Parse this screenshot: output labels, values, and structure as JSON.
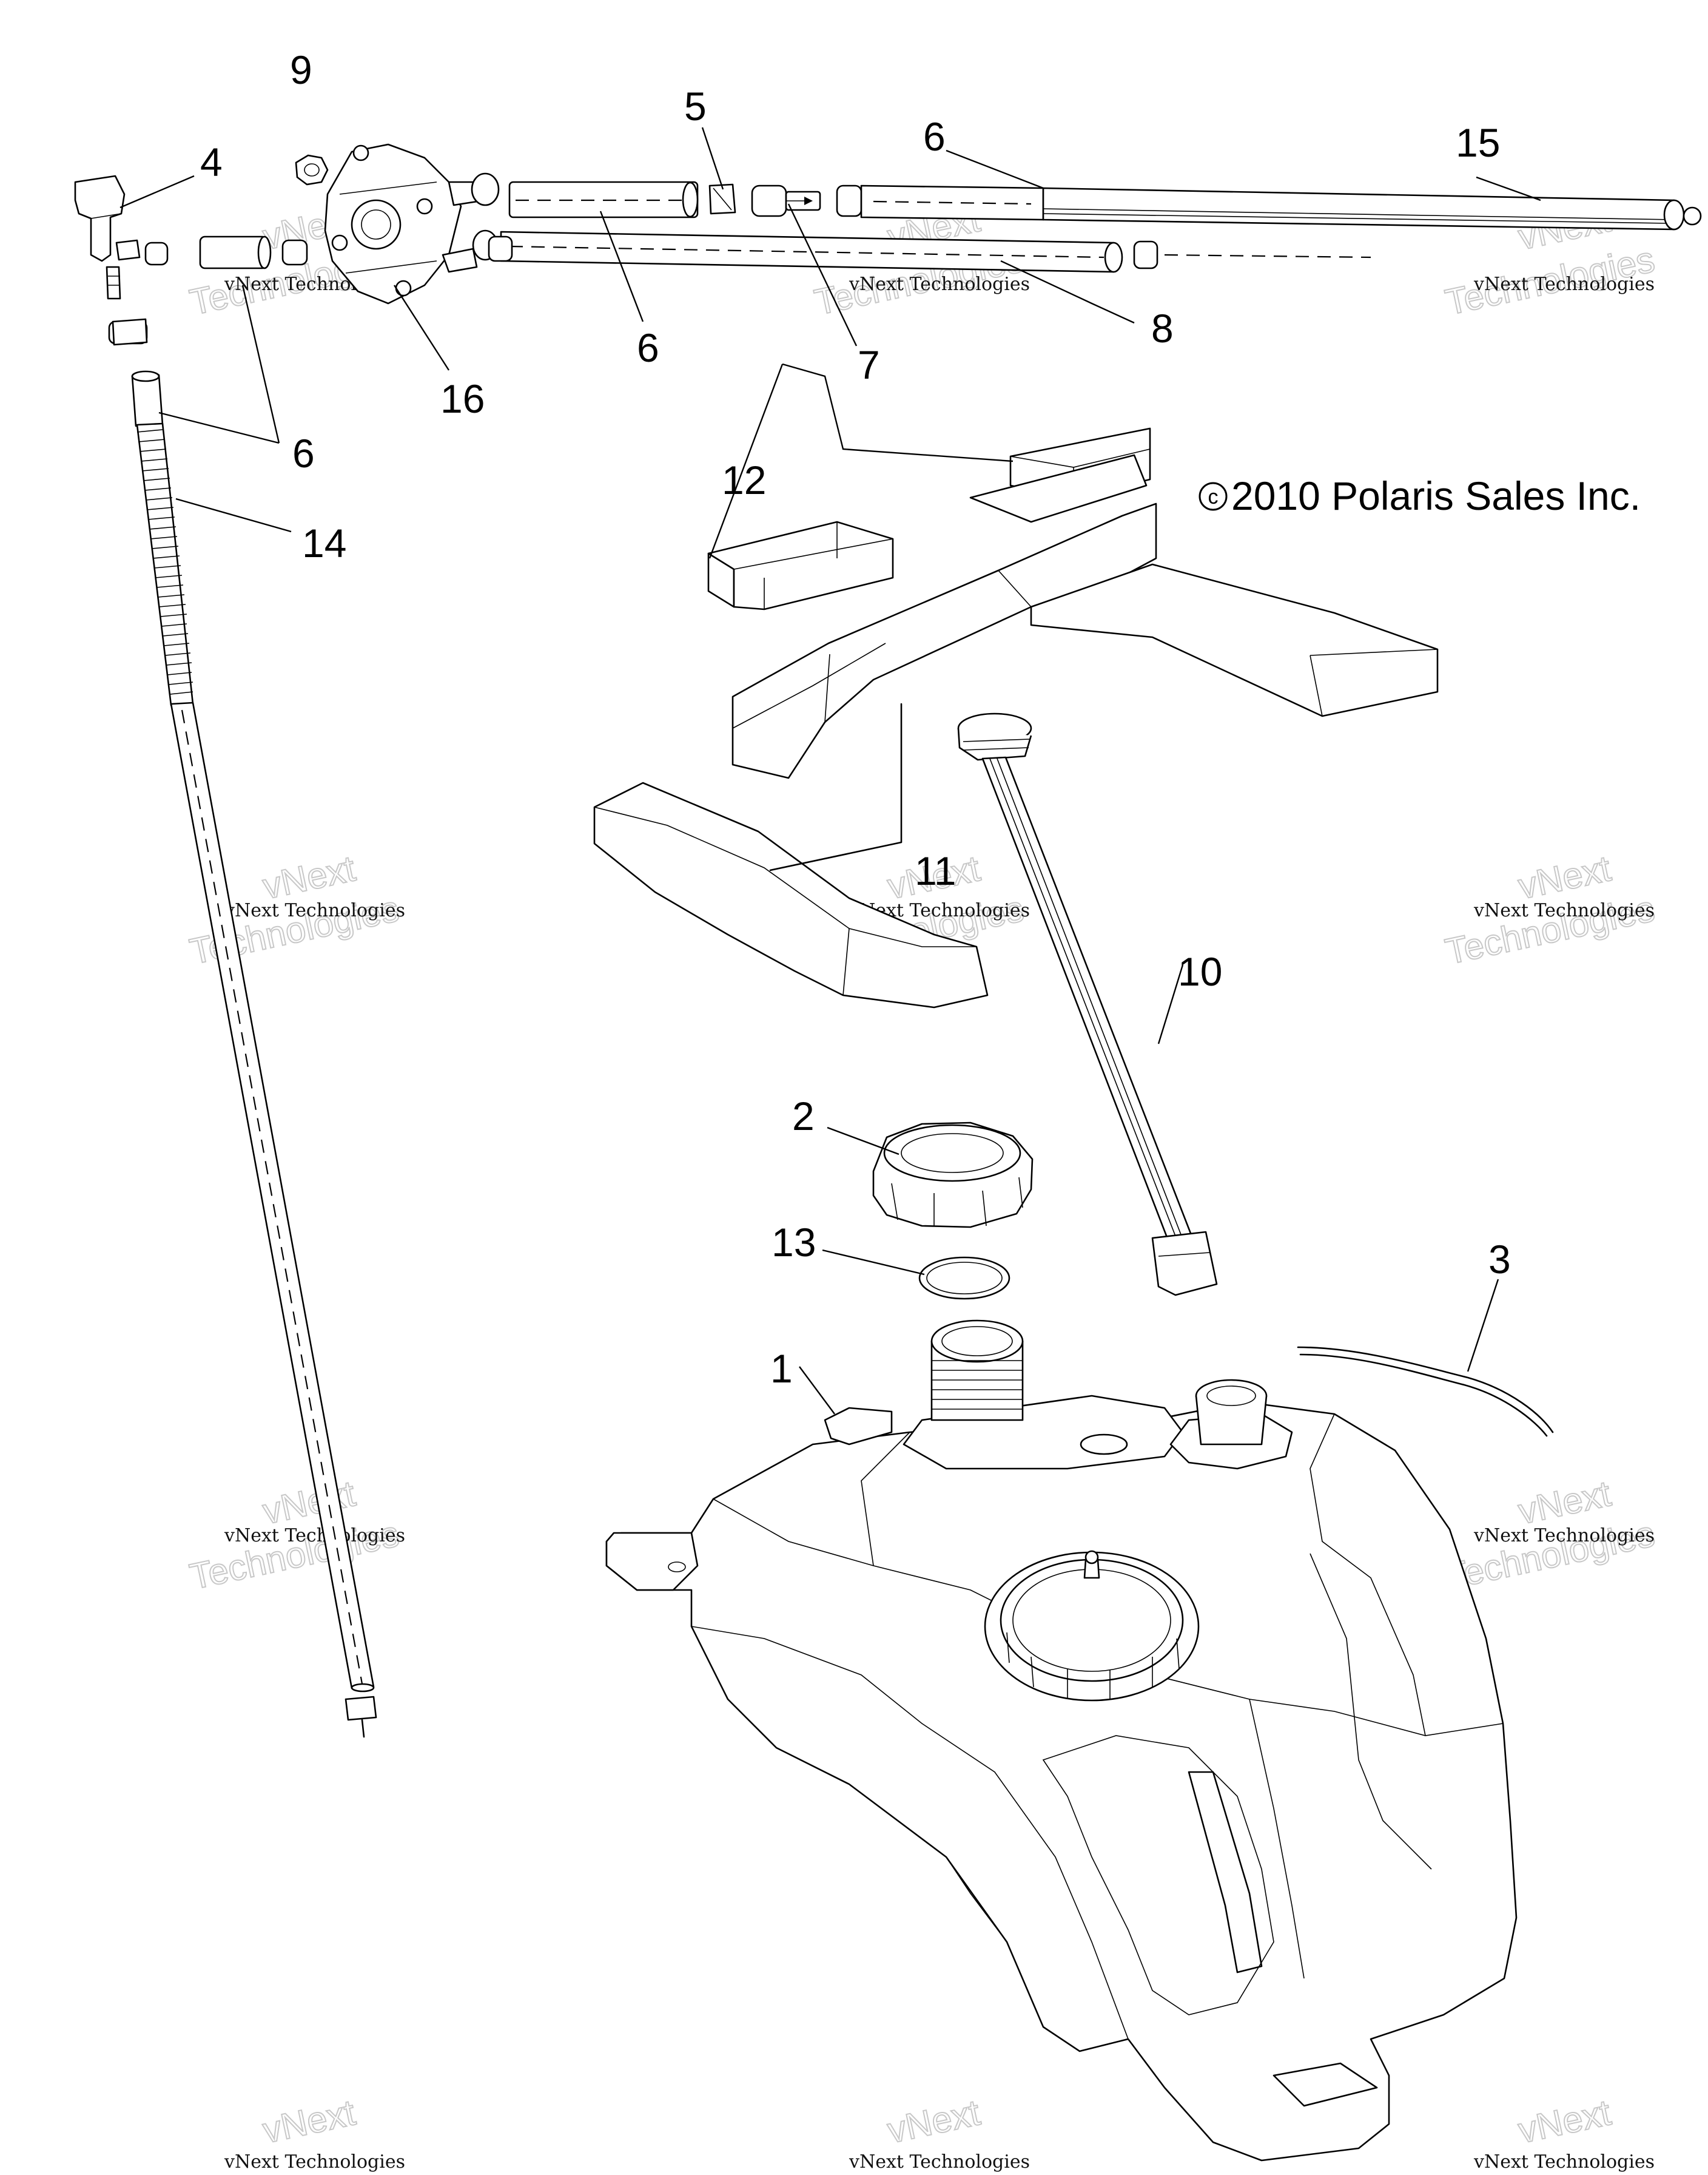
{
  "diagram": {
    "copyright": "2010 Polaris Sales Inc.",
    "copyright_symbol": "c",
    "callouts": [
      "9",
      "4",
      "5",
      "6",
      "15",
      "6",
      "7",
      "8",
      "16",
      "6",
      "14",
      "12",
      "11",
      "10",
      "2",
      "13",
      "3",
      "1"
    ],
    "watermark_line1": "vNext Technologies",
    "watermark_line2": "vNext",
    "watermark_line3": "Technologies"
  }
}
